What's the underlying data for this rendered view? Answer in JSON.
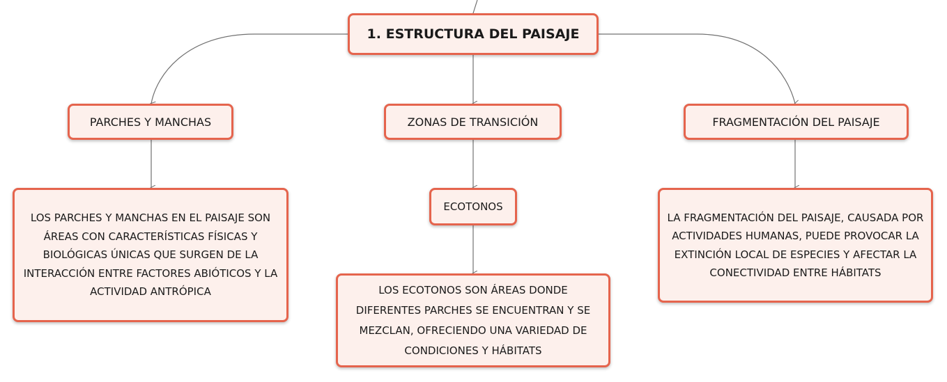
{
  "root": {
    "title": "1. ESTRUCTURA DEL PAISAJE"
  },
  "branches": {
    "parches": {
      "title": "PARCHES Y MANCHAS",
      "description": "LOS PARCHES Y MANCHAS EN EL PAISAJE SON ÁREAS CON CARACTERÍSTICAS FÍSICAS Y BIOLÓGICAS ÚNICAS QUE SURGEN DE LA INTERACCIÓN ENTRE FACTORES ABIÓTICOS Y LA ACTIVIDAD ANTRÓPICA"
    },
    "zonas": {
      "title": "ZONAS DE TRANSICIÓN",
      "child": "ECOTONOS",
      "description": "LOS ECOTONOS SON ÁREAS DONDE DIFERENTES PARCHES SE ENCUENTRAN Y SE MEZCLAN, OFRECIENDO UNA VARIEDAD DE CONDICIONES Y HÁBITATS"
    },
    "fragmentacion": {
      "title": "FRAGMENTACIÓN DEL PAISAJE",
      "description": "LA FRAGMENTACIÓN DEL PAISAJE, CAUSADA POR ACTIVIDADES HUMANAS, PUEDE PROVOCAR LA EXTINCIÓN LOCAL DE ESPECIES Y AFECTAR LA CONECTIVIDAD ENTRE HÁBITATS"
    }
  },
  "colors": {
    "node_border": "#e5644d",
    "node_fill": "#fdf0ec",
    "connector": "#707070"
  }
}
